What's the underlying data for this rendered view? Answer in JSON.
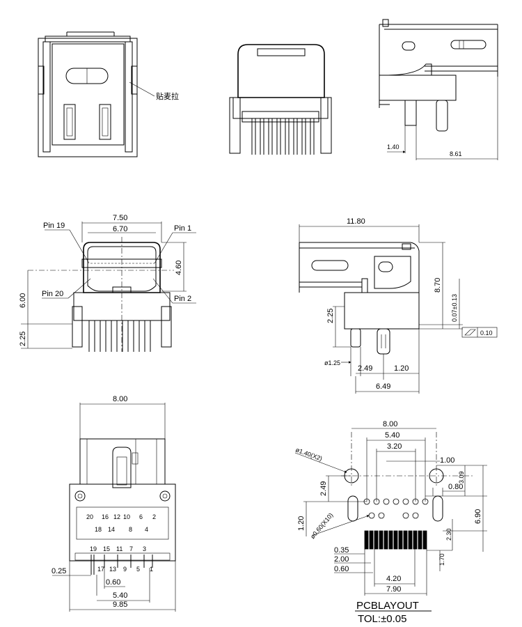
{
  "view1": {
    "callout": "贴麦拉"
  },
  "view3": {
    "dim_a": "1.40",
    "dim_b": "8.61"
  },
  "view4": {
    "pin19": "Pin 19",
    "pin1": "Pin 1",
    "pin20": "Pin 20",
    "pin2": "Pin 2",
    "w_outer": "7.50",
    "w_inner": "6.70",
    "h_plug": "4.60",
    "h_total": "6.00",
    "h_leg": "2.25"
  },
  "view5": {
    "len": "11.80",
    "h": "8.70",
    "tol": "0.07±0.13",
    "h_leg": "2.25",
    "dia": "ø1.25",
    "p1": "2.49",
    "p2": "1.20",
    "w": "6.49",
    "flat": "0.10"
  },
  "view6": {
    "w": "8.00",
    "p025": "0.25",
    "p060": "0.60",
    "p540": "5.40",
    "p985": "9.85",
    "row_top": [
      "20",
      "16",
      "12",
      "10",
      "6",
      "2"
    ],
    "row_mid": [
      "18",
      "14",
      "8",
      "4"
    ],
    "row_bot1": [
      "19",
      "15",
      "11",
      "7",
      "3"
    ],
    "row_bot2": [
      "17",
      "13",
      "9",
      "5",
      "1"
    ]
  },
  "layout": {
    "w800": "8.00",
    "w540": "5.40",
    "w320": "3.20",
    "d100": "1.00",
    "d309": "3.09",
    "d080": "0.80",
    "d690": "6.90",
    "d249": "2.49",
    "d120": "1.20",
    "d230": "2.30",
    "d170": "1.70",
    "d035": "0.35",
    "d200": "2.00",
    "d060": "0.60",
    "d420": "4.20",
    "d790": "7.90",
    "hole_big": "ø1.40(X2)",
    "hole_small": "ø0.60(X10)",
    "title": "PCBLAYOUT",
    "tol": "TOL:±0.05"
  }
}
